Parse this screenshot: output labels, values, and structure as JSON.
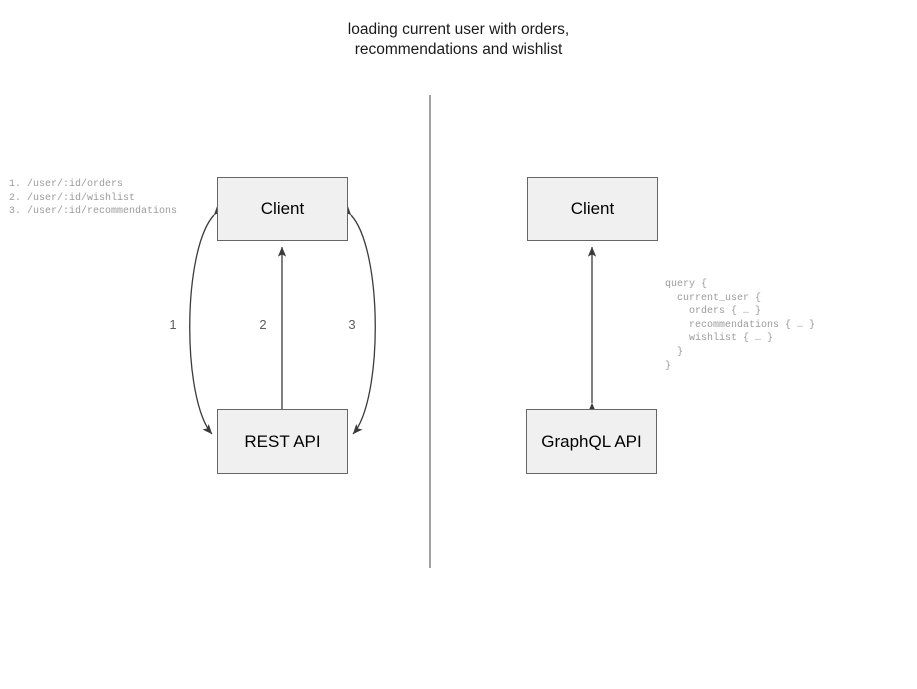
{
  "title": "loading current user with orders,\nrecommendations and wishlist",
  "divider": {
    "name": "vertical-divider",
    "color": "#8a8a8a"
  },
  "rest_side": {
    "client_label": "Client",
    "api_label": "REST API",
    "endpoints": "1. /user/:id/orders\n2. /user/:id/wishlist\n3. /user/:id/recommendations",
    "edge_labels": {
      "one": "1",
      "two": "2",
      "three": "3"
    }
  },
  "graphql_side": {
    "client_label": "Client",
    "api_label": "GraphQL API",
    "query": "query {\n  current_user {\n    orders { … }\n    recommendations { … }\n    wishlist { … }\n  }\n}"
  },
  "style": {
    "box_fill": "#f0f0f0",
    "box_border": "#666666",
    "edge_color": "#3b3b3b",
    "code_color": "#9b9b9b",
    "label_color": "#5d5d5d"
  }
}
